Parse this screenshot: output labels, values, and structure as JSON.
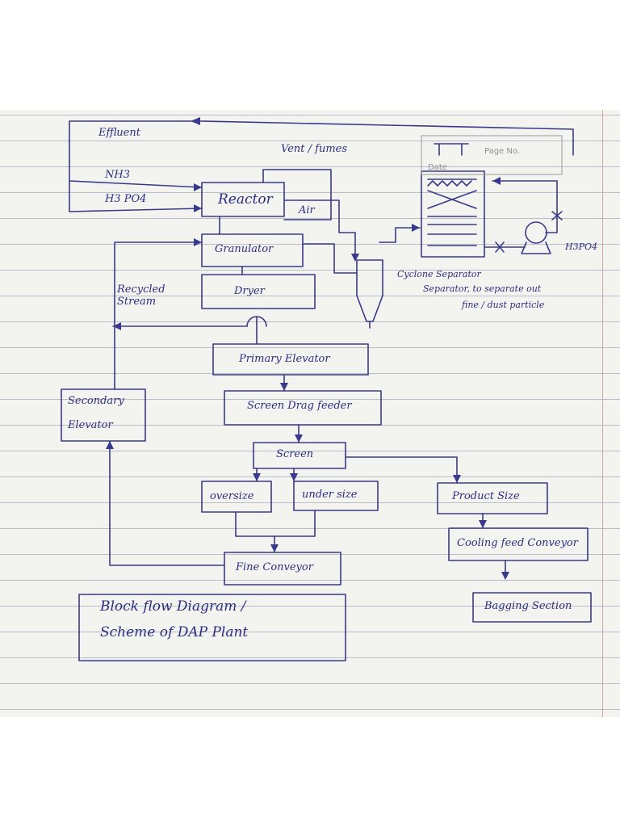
{
  "labels": {
    "effluent": "Effluent",
    "vent_fumes": "Vent / fumes",
    "nh3": "NH3",
    "h3po4": "H3 PO4",
    "reactor": "Reactor",
    "air": "Air",
    "granulator": "Granulator",
    "dryer": "Dryer",
    "recycled_stream": "Recycled Stream",
    "cyclone_separator": "Cyclone Separator",
    "cyclone_note_1": "Separator, to separate out",
    "cyclone_note_2": "fine / dust particle",
    "h3po4_right": "H3PO4",
    "primary_elevator": "Primary Elevator",
    "secondary_elevator_1": "Secondary",
    "secondary_elevator_2": "Elevator",
    "screen_drag_feeder": "Screen Drag feeder",
    "screen": "Screen",
    "oversize": "oversize",
    "undersize": "under size",
    "product_size": "Product Size",
    "cooling_feed_conveyor": "Cooling feed Conveyor",
    "fine_conveyor": "Fine Conveyor",
    "bagging_section": "Bagging Section",
    "caption_1": "Block flow Diagram /",
    "caption_2": "Scheme of DAP Plant"
  },
  "notebook": {
    "page_no_label": "Page No.",
    "date_label": "Date"
  },
  "colors": {
    "ink": "#3a3a8c",
    "paper": "#f3f3ef",
    "rule": "#b9bdc6"
  }
}
